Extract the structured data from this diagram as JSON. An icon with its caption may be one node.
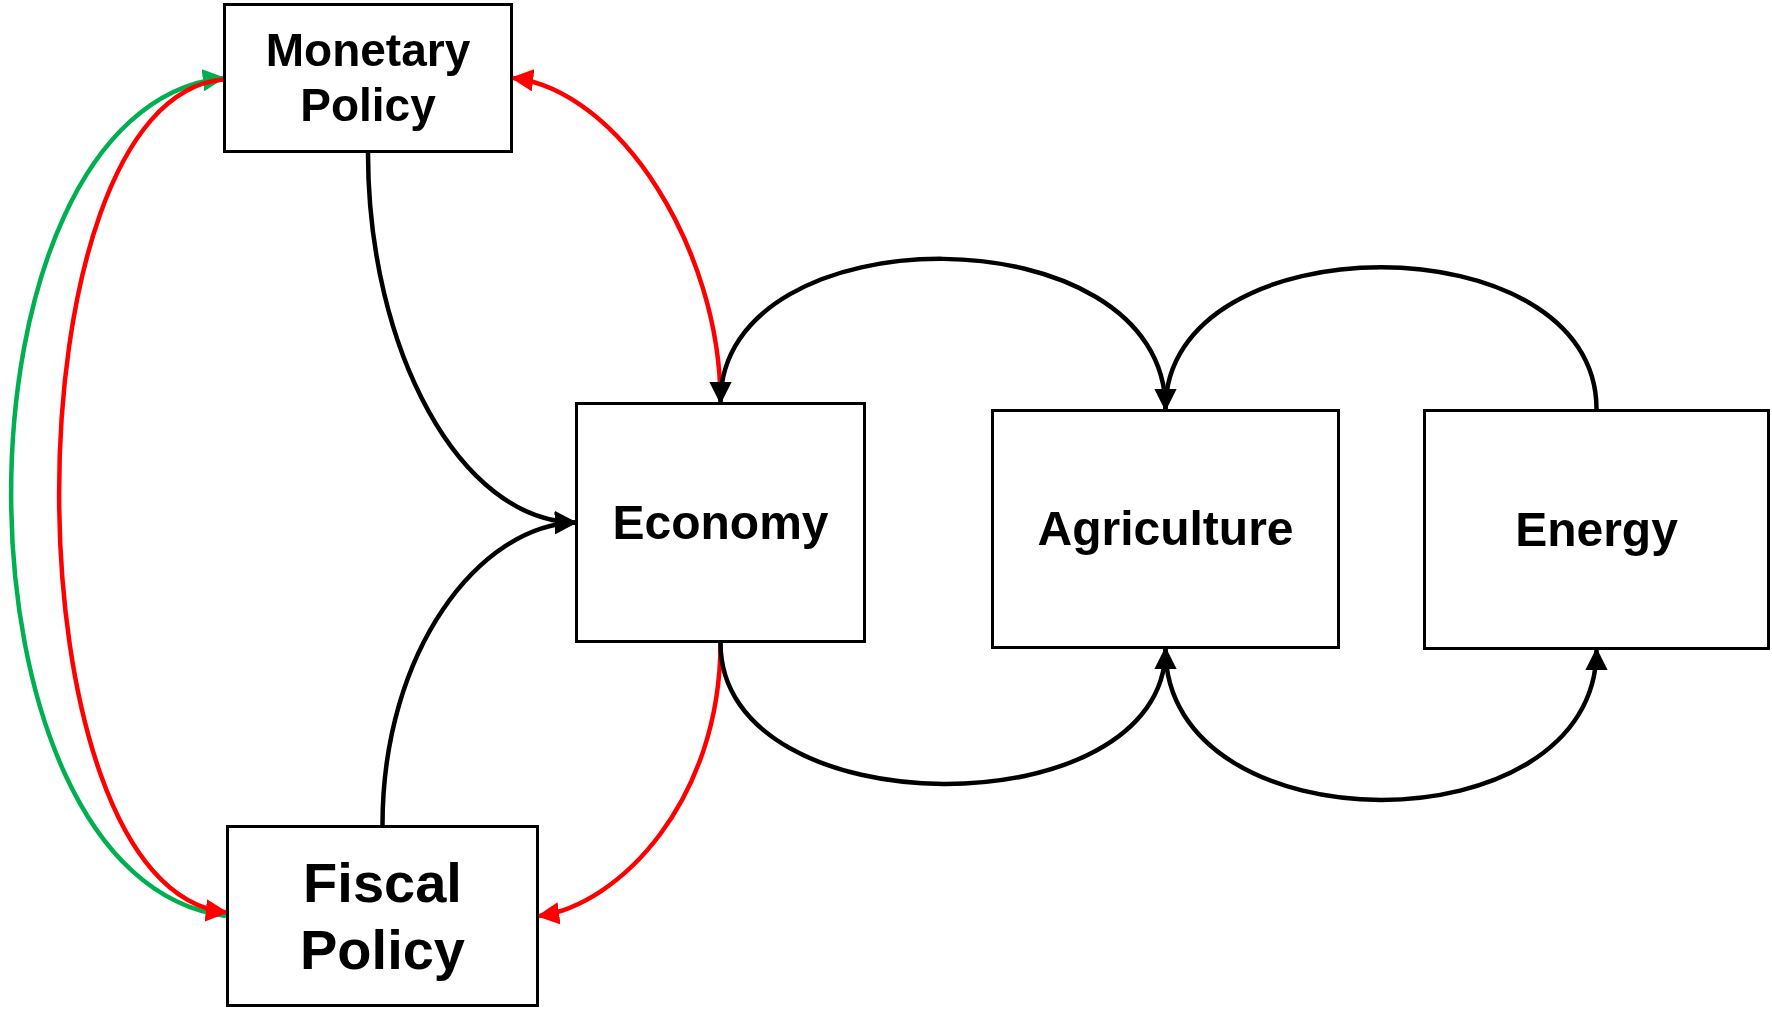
{
  "diagram": {
    "nodes": [
      {
        "text": [
          "Monetary Policy"
        ]
      },
      {
        "text": [
          "Fiscal Policy"
        ]
      },
      {
        "text": [
          "Economy"
        ]
      },
      {
        "text": [
          "Agriculture"
        ]
      },
      {
        "text": [
          "Energy"
        ]
      }
    ],
    "edges": [
      {
        "from": 1,
        "to": 0,
        "arrow": "to",
        "color": "#00b050"
      },
      {
        "from": 0,
        "to": 1,
        "arrow": "to",
        "color": "#ff0000"
      },
      {
        "from": 0,
        "to": 2,
        "arrow": "to"
      },
      {
        "from": 1,
        "to": 2,
        "arrow": "to"
      },
      {
        "from": 2,
        "to": 0,
        "arrow": "to",
        "color": "#ff0000"
      },
      {
        "from": 2,
        "to": 1,
        "arrow": "to",
        "color": "#ff0000"
      },
      {
        "from": 3,
        "to": 2,
        "arrow": "to"
      },
      {
        "from": 4,
        "to": 3,
        "arrow": "to"
      },
      {
        "from": 2,
        "to": 3,
        "arrow": "to"
      },
      {
        "from": 3,
        "to": 4,
        "arrow": "to"
      }
    ]
  }
}
